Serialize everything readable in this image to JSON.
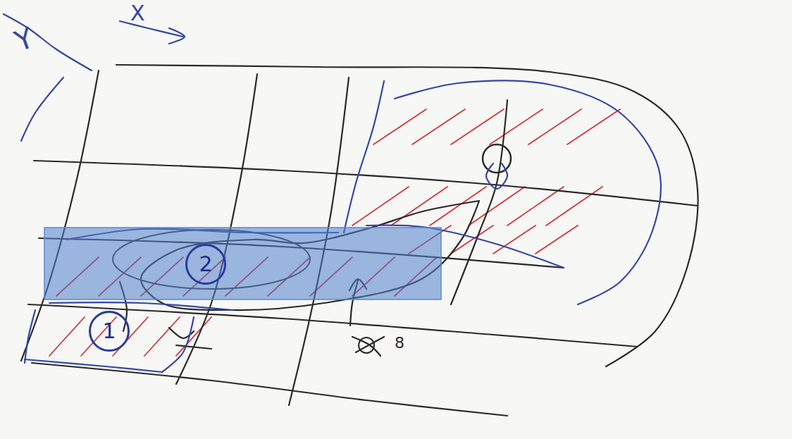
{
  "diagram": {
    "nodes": [
      {
        "text": [
          "2"
        ]
      },
      {
        "text": [
          "1"
        ]
      }
    ],
    "labels": [
      "Y",
      "X",
      "8"
    ]
  }
}
